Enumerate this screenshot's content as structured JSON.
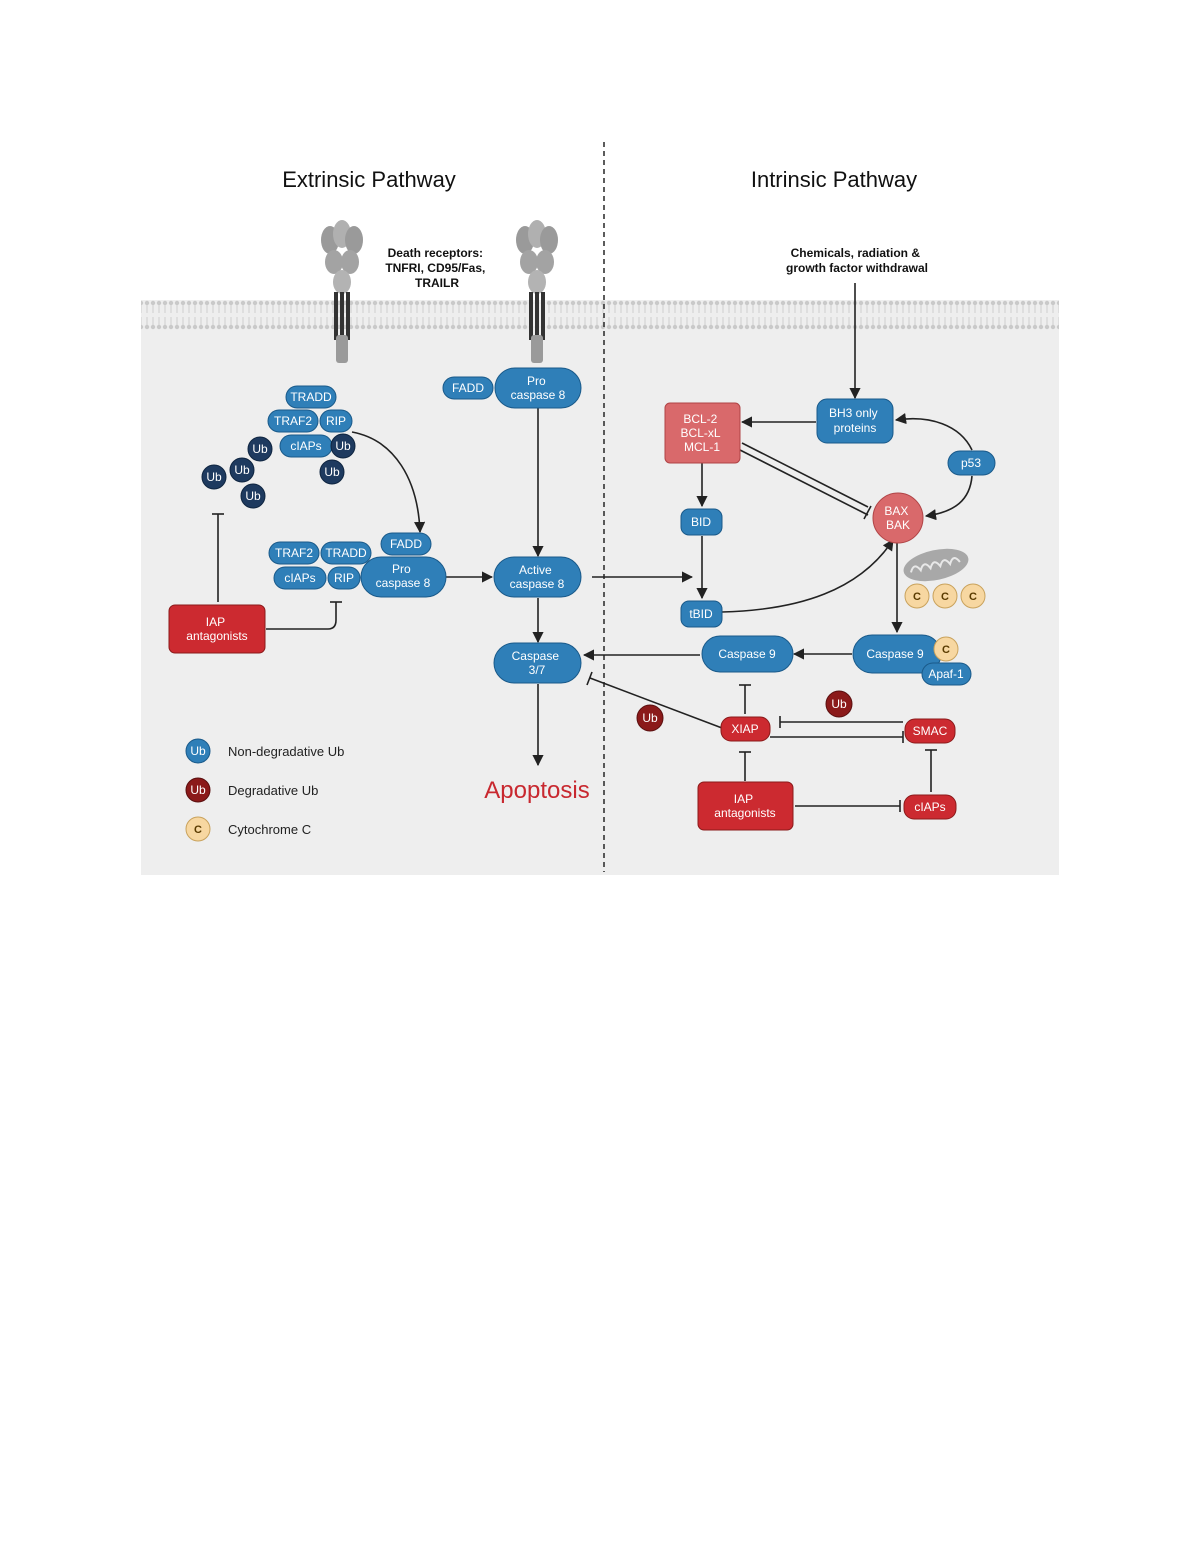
{
  "titles": {
    "extrinsic": "Extrinsic Pathway",
    "intrinsic": "Intrinsic Pathway"
  },
  "notes": {
    "death_receptors": [
      "Death receptors:",
      "TNFRI, CD95/Fas,",
      "TRAILR"
    ],
    "stimuli": [
      "Chemicals, radiation &",
      "growth factor withdrawal"
    ]
  },
  "nodes": {
    "tradd_top": "TRADD",
    "traf2_top": "TRAF2",
    "rip_top": "RIP",
    "ciaps_top": "cIAPs",
    "traf2_mid": "TRAF2",
    "tradd_mid": "TRADD",
    "fadd_mid": "FADD",
    "ciaps_mid": "cIAPs",
    "rip_mid": "RIP",
    "procasp8_mid": [
      "Pro",
      "caspase 8"
    ],
    "fadd_top": "FADD",
    "procasp8_top": [
      "Pro",
      "caspase 8"
    ],
    "active_casp8": [
      "Active",
      "caspase 8"
    ],
    "casp37": [
      "Caspase",
      "3/7"
    ],
    "iap_antag_left": [
      "IAP",
      "antagonists"
    ],
    "bcl2": [
      "BCL-2",
      "BCL-xL",
      "MCL-1"
    ],
    "bh3": [
      "BH3 only",
      "proteins"
    ],
    "p53": "p53",
    "bid": "BID",
    "tbid": "tBID",
    "baxbak": [
      "BAX",
      "BAK"
    ],
    "casp9_right": "Caspase 9",
    "apaf1": "Apaf-1",
    "casp9_mid": "Caspase 9",
    "xiap": "XIAP",
    "smac": "SMAC",
    "iap_antag_right": [
      "IAP",
      "antagonists"
    ],
    "ciaps_right": "cIAPs"
  },
  "ub_label": "Ub",
  "cyt_label": "C",
  "apoptosis": "Apoptosis",
  "legend": {
    "nondeg": "Non-degradative Ub",
    "deg": "Degradative Ub",
    "cyt": "Cytochrome C"
  },
  "colors": {
    "blue": "#2f7fb8",
    "navy": "#1e3a5f",
    "red": "#cc2a30",
    "pink": "#d9696b",
    "darkred": "#8b1a1a",
    "peach": "#f7d7a1"
  }
}
